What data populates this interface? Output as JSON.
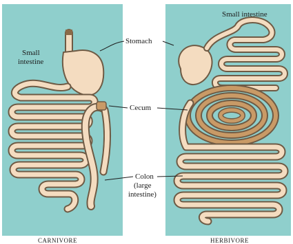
{
  "labels": {
    "small_intestine_left": [
      "Small",
      "intestine"
    ],
    "small_intestine_right": "Small intestine",
    "stomach": "Stomach",
    "cecum": "Cecum",
    "colon": [
      "Colon",
      "(large",
      "intestine)"
    ]
  },
  "captions": {
    "left": "CARNIVORE",
    "right": "HERBIVORE"
  },
  "colors": {
    "panel_bg": "#8fcfcc",
    "gut_fill": "#f4dcc0",
    "gut_outline": "#6e5a44",
    "cecum_fill": "#c99a66"
  }
}
